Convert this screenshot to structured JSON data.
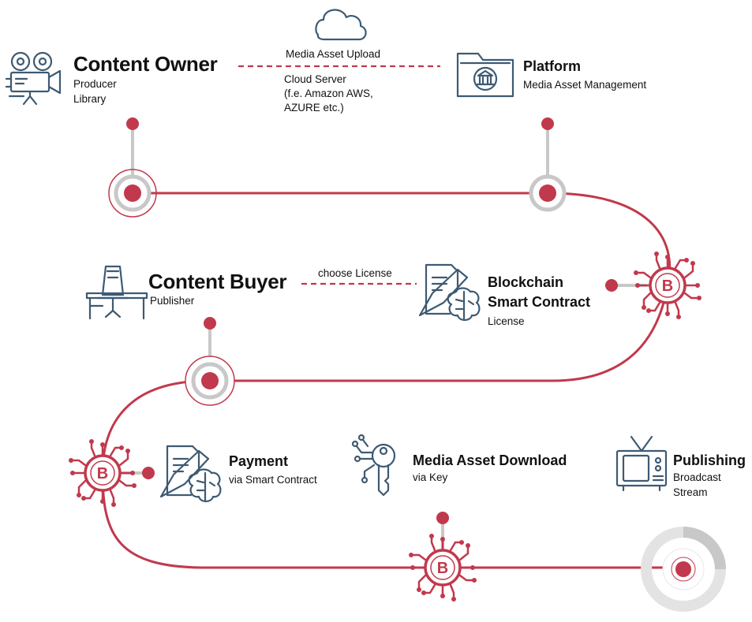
{
  "colors": {
    "accent": "#c1394c",
    "icon_blue": "#3d5a73",
    "gray": "#c8c8c8",
    "light_gray": "#e6e6e6"
  },
  "nodes": {
    "content_owner": {
      "title": "Content Owner",
      "lines": [
        "Producer",
        "Library"
      ],
      "icon": "film-camera-icon"
    },
    "platform": {
      "title": "Platform",
      "lines": [
        "Media Asset Management"
      ],
      "icon": "folder-bank-icon"
    },
    "content_buyer": {
      "title": "Content Buyer",
      "lines": [
        "Publisher"
      ],
      "icon": "desk-chair-icon"
    },
    "blockchain": {
      "title_line1": "Blockchain",
      "title_line2": "Smart Contract",
      "lines": [
        "License"
      ],
      "icon": "contract-brain-icon"
    },
    "payment": {
      "title": "Payment",
      "lines": [
        "via Smart Contract"
      ],
      "icon": "contract-brain-icon"
    },
    "download": {
      "title": "Media Asset Download",
      "lines": [
        "via Key"
      ],
      "icon": "circuit-key-icon"
    },
    "publishing": {
      "title": "Publishing",
      "lines": [
        "Broadcast",
        "Stream"
      ],
      "icon": "tv-icon"
    }
  },
  "connectors": {
    "upload": {
      "label": "Media Asset Upload",
      "cloud_lines": [
        "Cloud Server",
        "(f.e. Amazon AWS,",
        "AZURE etc.)"
      ],
      "icon": "cloud-icon"
    },
    "license": {
      "label": "choose License"
    }
  },
  "blockchain_badges": [
    {
      "letter": "B",
      "icon": "blockchain-chip-icon"
    },
    {
      "letter": "B",
      "icon": "blockchain-chip-icon"
    },
    {
      "letter": "B",
      "icon": "blockchain-chip-icon"
    }
  ]
}
